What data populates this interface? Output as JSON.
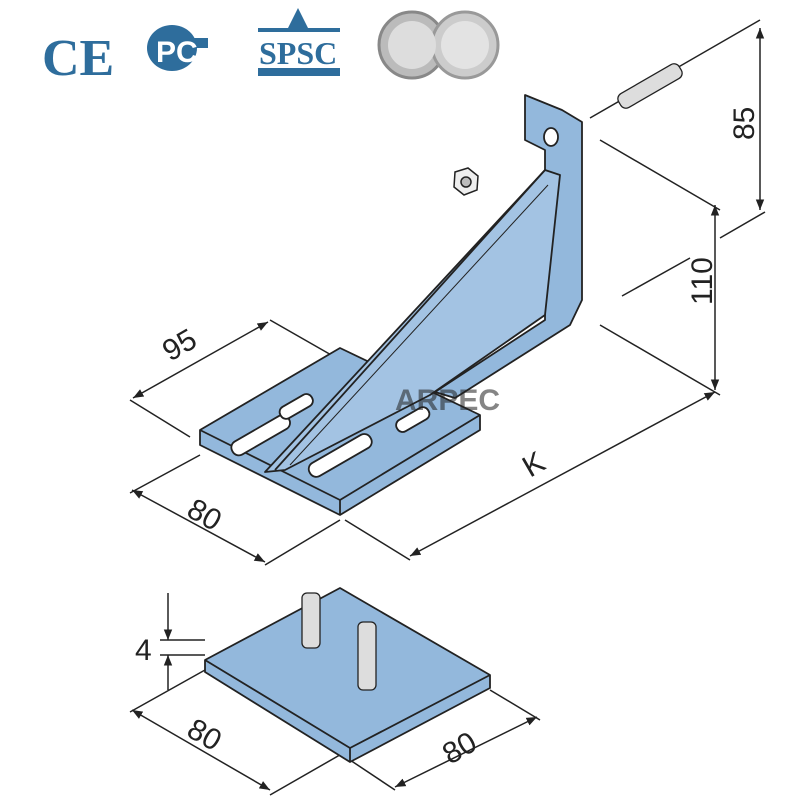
{
  "logos": {
    "ce": "CE",
    "pc": "PC",
    "spsc": "SPSC",
    "watermark": "ARPEC"
  },
  "dimensions": {
    "bracket_depth": "95",
    "bracket_width": "80",
    "length": "K",
    "height": "110",
    "rod": "85",
    "plate_thickness": "4",
    "plate_width": "80",
    "plate_depth": "80"
  },
  "colors": {
    "part": "#93b8dc",
    "logo": "#2e6d9c",
    "line": "#222222"
  }
}
